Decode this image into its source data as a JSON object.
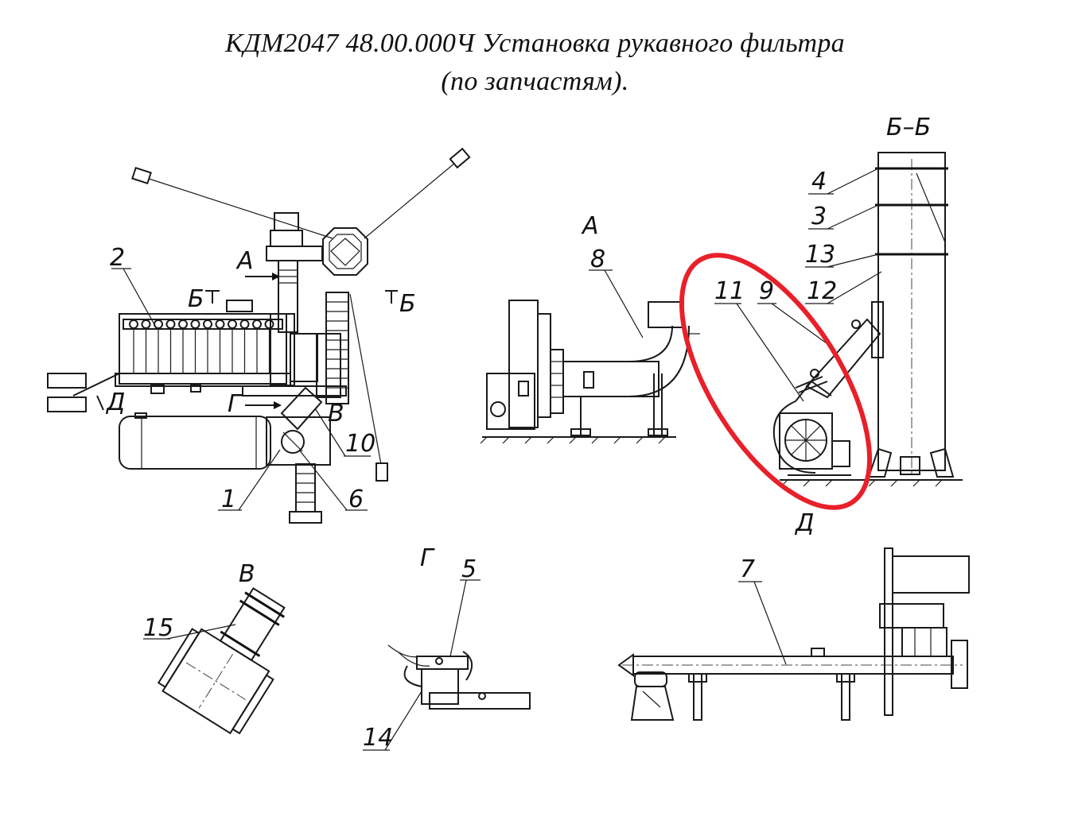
{
  "title": {
    "line1": "КДМ2047 48.00.000Ч Установка рукавного фильтра",
    "line2": "(по запчастям)."
  },
  "views": {
    "plan": {
      "view_a": "А",
      "section_b_left": "Б",
      "section_b_right": "Б",
      "view_g": "Г",
      "view_v": "В",
      "view_d": "Д",
      "callouts": [
        "1",
        "2",
        "6",
        "10"
      ]
    },
    "view_a": {
      "heading": "А",
      "callouts": [
        "8"
      ]
    },
    "section_bb": {
      "heading": "Б–Б",
      "footer": "Д",
      "callouts": [
        "4",
        "3",
        "13",
        "12",
        "11",
        "9"
      ]
    },
    "view_v": {
      "heading": "В",
      "callouts": [
        "15"
      ]
    },
    "view_g": {
      "heading": "Г",
      "callouts": [
        "5",
        "14"
      ]
    },
    "conveyor": {
      "callouts": [
        "7"
      ]
    }
  },
  "highlight": {
    "color": "#e8202a",
    "target": "fan-assembly-11-9"
  }
}
